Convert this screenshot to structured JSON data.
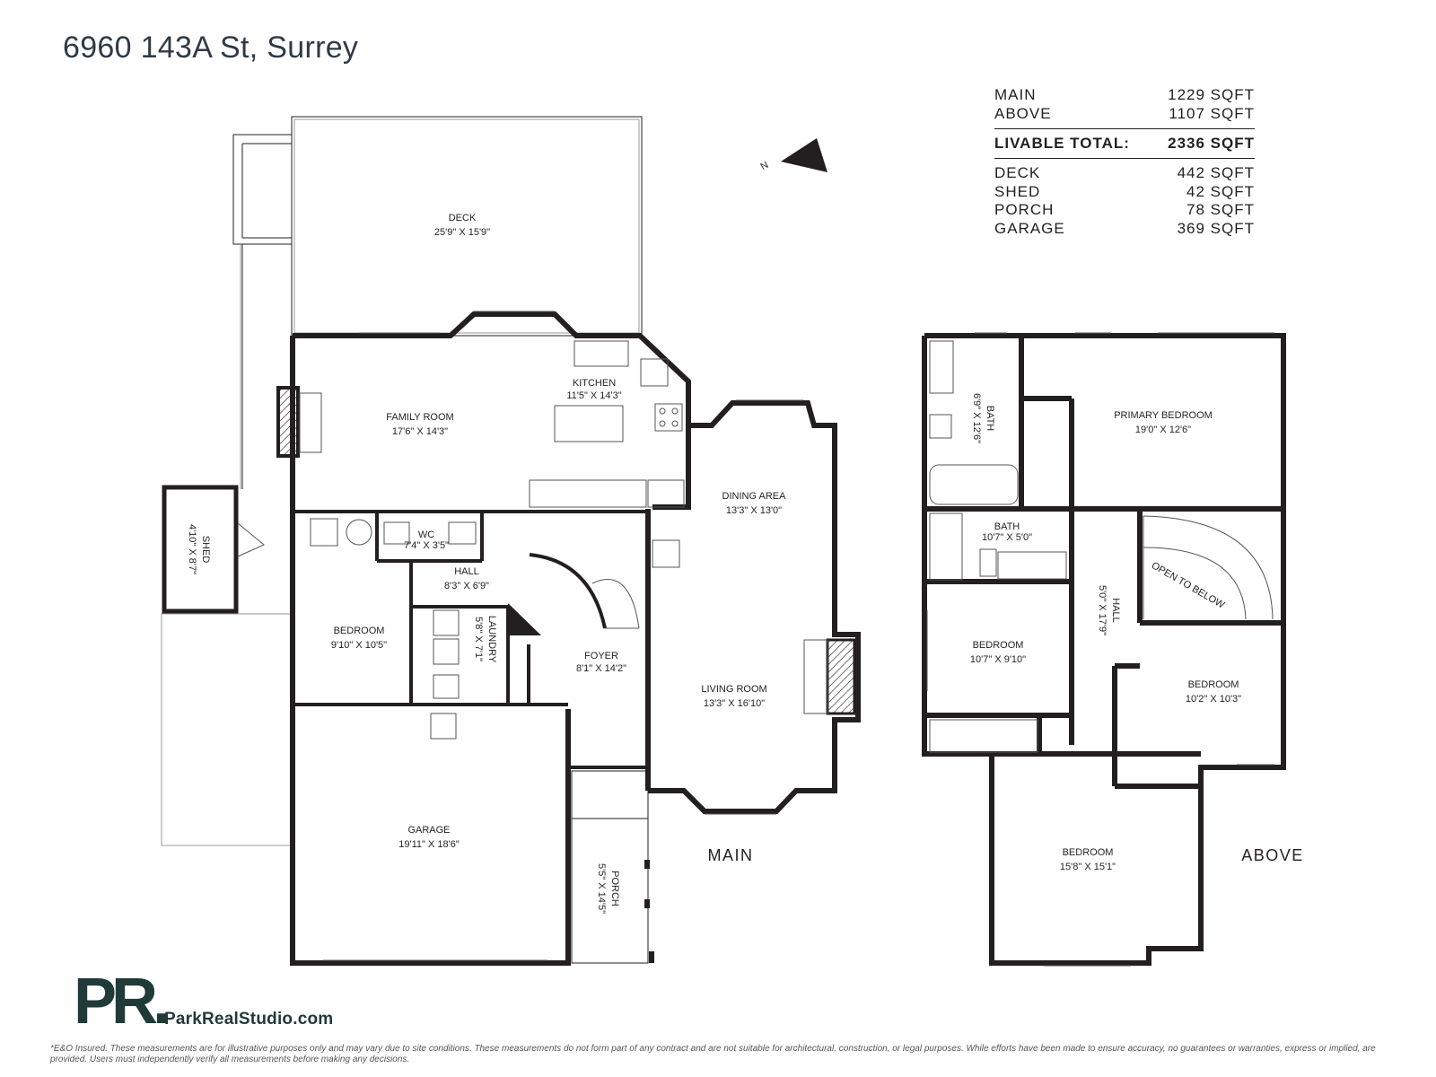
{
  "title": "6960 143A St, Surrey",
  "summary": {
    "rows": [
      {
        "label": "MAIN",
        "value": "1229 SQFT"
      },
      {
        "label": "ABOVE",
        "value": "1107 SQFT"
      }
    ],
    "total": {
      "label": "LIVABLE TOTAL:",
      "value": "2336 SQFT"
    },
    "extra": [
      {
        "label": "DECK",
        "value": "442 SQFT"
      },
      {
        "label": "SHED",
        "value": "42 SQFT"
      },
      {
        "label": "PORCH",
        "value": "78 SQFT"
      },
      {
        "label": "GARAGE",
        "value": "369 SQFT"
      }
    ]
  },
  "compass": {
    "letter": "N"
  },
  "floors": {
    "main": "MAIN",
    "above": "ABOVE"
  },
  "rooms": {
    "deck": {
      "name": "DECK",
      "dim": "25'9\" X 15'9\""
    },
    "family": {
      "name": "FAMILY ROOM",
      "dim": "17'6\" X 14'3\""
    },
    "kitchen": {
      "name": "KITCHEN",
      "dim": "11'5\" X 14'3\""
    },
    "dining": {
      "name": "DINING AREA",
      "dim": "13'3\" X 13'0\""
    },
    "living": {
      "name": "LIVING ROOM",
      "dim": "13'3\" X 16'10\""
    },
    "wc": {
      "name": "WC",
      "dim": "7'4\" X 3'5\""
    },
    "hall_main": {
      "name": "HALL",
      "dim": "8'3\" X 6'9\""
    },
    "bedroom_main": {
      "name": "BEDROOM",
      "dim": "9'10\" X 10'5\""
    },
    "laundry": {
      "name": "LAUNDRY",
      "dim": "5'8\" X 7'1\""
    },
    "foyer": {
      "name": "FOYER",
      "dim": "8'1\" X 14'2\""
    },
    "garage": {
      "name": "GARAGE",
      "dim": "19'11\" X 18'6\""
    },
    "porch": {
      "name": "PORCH",
      "dim": "5'5\" X 14'5\""
    },
    "shed": {
      "name": "SHED",
      "dim": "4'10\" X 8'7\""
    },
    "primary": {
      "name": "PRIMARY BEDROOM",
      "dim": "19'0\" X 12'6\""
    },
    "bath1": {
      "name": "BATH",
      "dim": "6'9\" X 12'6\""
    },
    "bath2": {
      "name": "BATH",
      "dim": "10'7\" X 5'0\""
    },
    "bedroom_a1": {
      "name": "BEDROOM",
      "dim": "10'7\" X 9'10\""
    },
    "hall_above": {
      "name": "HALL",
      "dim": "5'0\" X 17'9\""
    },
    "bedroom_a2": {
      "name": "BEDROOM",
      "dim": "10'2\" X 10'3\""
    },
    "bedroom_a3": {
      "name": "BEDROOM",
      "dim": "15'8\" X 15'1\""
    },
    "open_below": {
      "name": "OPEN TO BELOW"
    }
  },
  "brand": {
    "logo": "PR.",
    "url": "ParkRealStudio.com"
  },
  "disclaimer": "*E&O Insured. These measurements are for illustrative purposes only and may vary due to site conditions. These measurements do not form part of any contract and are not suitable for architectural, construction, or legal purposes. While efforts have been made to ensure accuracy, no guarantees or warranties, express or implied, are provided. Users must independently verify all measurements before making any decisions."
}
